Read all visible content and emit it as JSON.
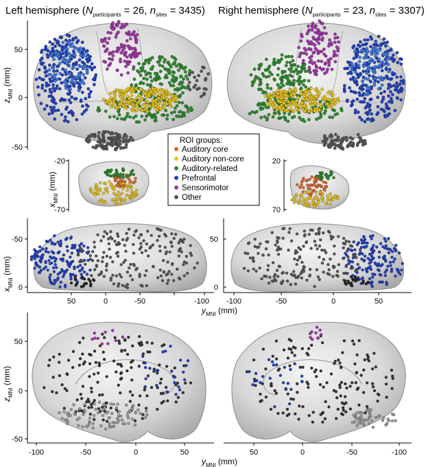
{
  "titles": {
    "left": {
      "prefix": "Left hemisphere (",
      "n1": "N",
      "n1_sub": "participants",
      "eq1": " = 26, ",
      "n2": "n",
      "n2_sub": "sites",
      "eq2": " = 3435)"
    },
    "right": {
      "prefix": "Right hemisphere (",
      "n1": "N",
      "n1_sub": "participants",
      "eq1": " = 23, ",
      "n2": "n",
      "n2_sub": "sites",
      "eq2": " = 3307)"
    }
  },
  "axes": {
    "z_label": "z",
    "x_label": "x",
    "y_label": "y",
    "sub": "MNI",
    "unit": "(mm)",
    "row1_left_z_ticks": [
      "50",
      "0",
      "-50"
    ],
    "row2_left_x_ticks": [
      "-20",
      "-70"
    ],
    "row2_right_x_ticks": [
      "20",
      "70"
    ],
    "row3_left_x_ticks": [
      "-50",
      "0"
    ],
    "row3_right_x_ticks": [
      "50",
      "0"
    ],
    "row3_left_y_ticks": [
      "50",
      "0",
      "-50",
      "-100"
    ],
    "row3_right_y_ticks": [
      "-100",
      "-50",
      "0",
      "50"
    ],
    "row4_left_z_ticks": [
      "50",
      "0",
      "-50"
    ],
    "row4_left_y_ticks": [
      "-100",
      "-50",
      "0",
      "50"
    ],
    "row4_right_y_ticks": [
      "50",
      "0",
      "-50",
      "-100"
    ]
  },
  "legend": {
    "title": "ROI groups:",
    "items": [
      {
        "label": "Auditory core",
        "color": "#e0662a"
      },
      {
        "label": "Auditory non-core",
        "color": "#e8c21c"
      },
      {
        "label": "Auditory-related",
        "color": "#2c8a2c"
      },
      {
        "label": "Prefrontal",
        "color": "#1f3fc0"
      },
      {
        "label": "Sensorimotor",
        "color": "#a034a8"
      },
      {
        "label": "Other",
        "color": "#555555"
      }
    ]
  }
}
